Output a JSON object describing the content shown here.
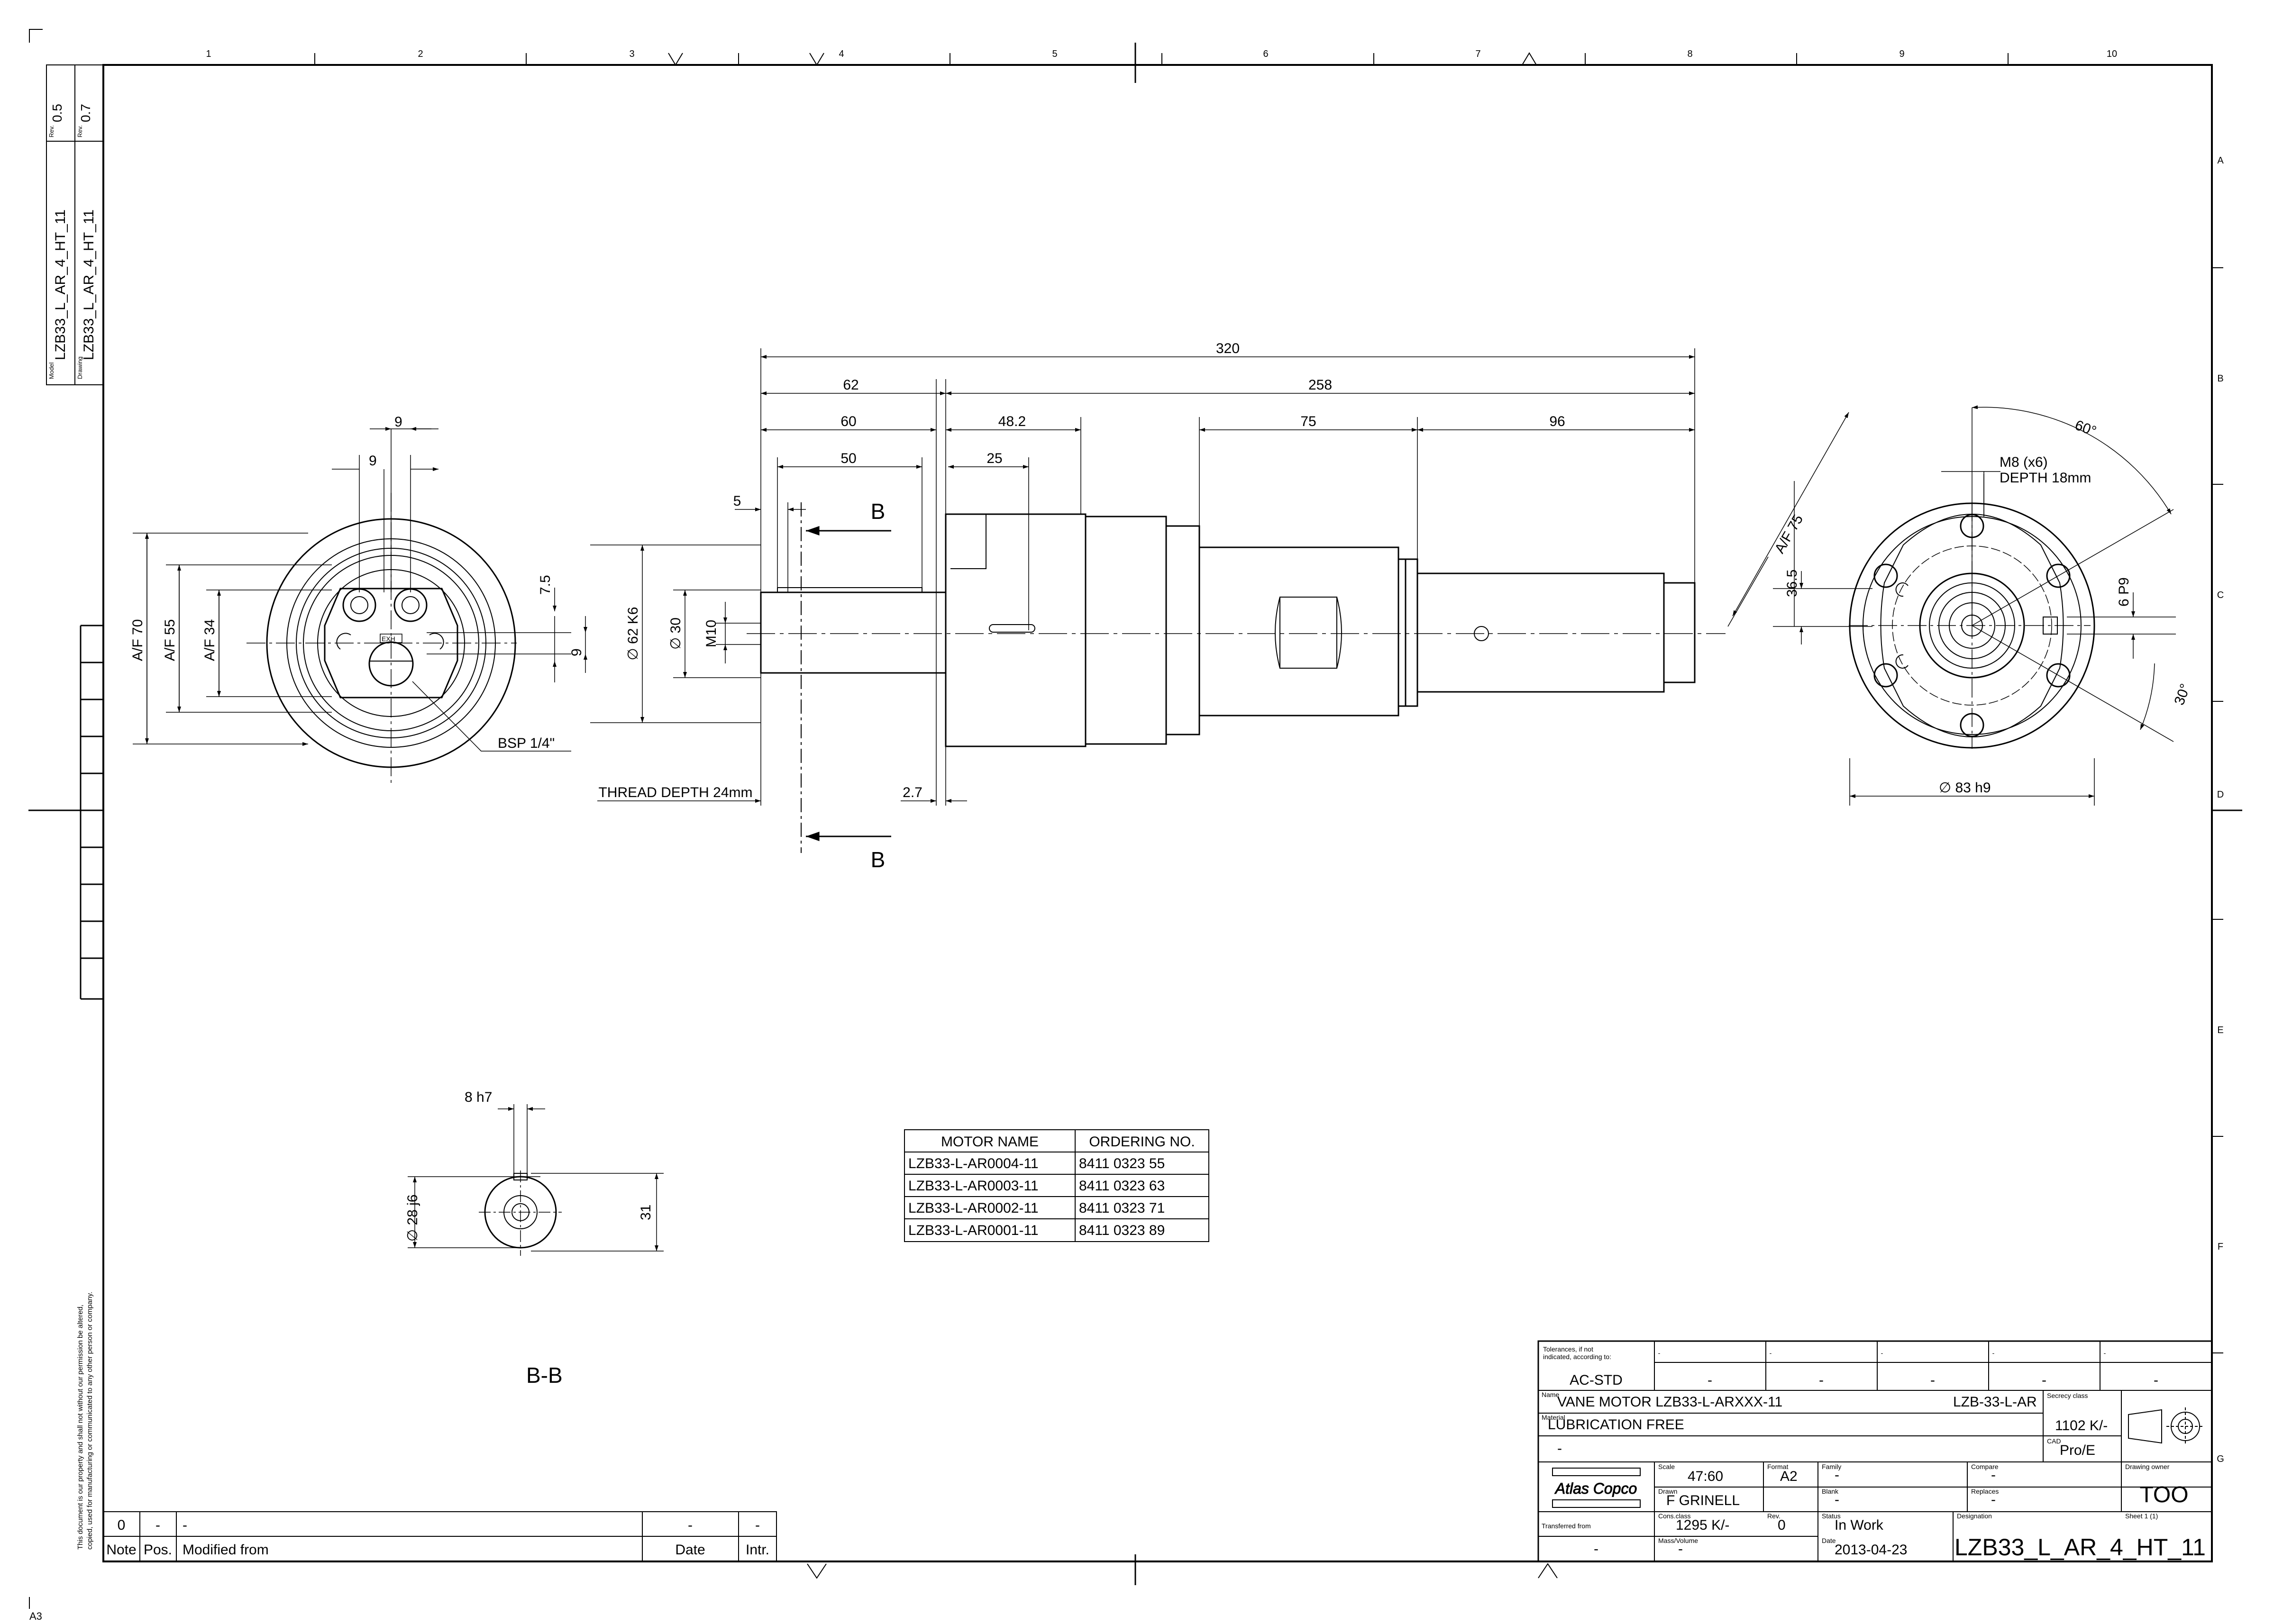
{
  "grid": {
    "cols": [
      "1",
      "2",
      "3",
      "4",
      "5",
      "6",
      "7",
      "8",
      "9",
      "10"
    ],
    "rows": [
      "A",
      "B",
      "C",
      "D",
      "E",
      "F",
      "G"
    ]
  },
  "side_strip": {
    "rev_label": "Rev.",
    "rev1": "0.5",
    "rev2": "0.7",
    "model_label": "Model",
    "model_name": "LZB33_L_AR_4_HT_11",
    "drawing_label": "Drawing",
    "drawing_name": "LZB33_L_AR_4_HT_11"
  },
  "legal_notice": {
    "line1": "This document is our property and shall not without our permission be altered,",
    "line2": "copied, used for manufacturing or communicated to any other person or company."
  },
  "corner_mark": "A3",
  "dims": {
    "d320": "320",
    "d62": "62",
    "d258": "258",
    "d60": "60",
    "d48": "48.2",
    "d75": "75",
    "d96": "96",
    "d50": "50",
    "d25": "25",
    "d5": "5",
    "d2_7": "2.7",
    "thread": "THREAD DEPTH 24mm",
    "phi62": "∅ 62 K6",
    "phi30": "∅ 30",
    "m10": "M10",
    "section_b": "B",
    "af70": "A/F 70",
    "af55": "A/F 55",
    "af34": "A/F 34",
    "l9a": "9",
    "l9b": "9",
    "l9c": "9",
    "l7_5": "7.5",
    "bsp": "BSP 1/4\"",
    "port_label": "EXH",
    "af75": "A/F 75",
    "d36_5": "36.5",
    "m8": "M8 (x6)",
    "depth": "DEPTH 18mm",
    "a60": "60°",
    "a30": "30°",
    "p6": "6 P9",
    "phi83": "∅ 83 h9",
    "h8": "8 h7",
    "phi28": "∅ 28 j6",
    "d31": "31",
    "view_bb": "B-B"
  },
  "ordering_table": {
    "headers": [
      "MOTOR NAME",
      "ORDERING NO."
    ],
    "rows": [
      [
        "LZB33-L-AR0004-11",
        "8411 0323 55"
      ],
      [
        "LZB33-L-AR0003-11",
        "8411 0323 63"
      ],
      [
        "LZB33-L-AR0002-11",
        "8411 0323 71"
      ],
      [
        "LZB33-L-AR0001-11",
        "8411 0323 89"
      ]
    ]
  },
  "revision_table": {
    "row_note": "0",
    "row_pos": "-",
    "row_mod": "-",
    "row_date": "-",
    "row_intr": "-",
    "h_note": "Note",
    "h_pos": "Pos.",
    "h_mod": "Modified from",
    "h_date": "Date",
    "h_intr": "Intr."
  },
  "title_block": {
    "tol_label1": "Tolerances, if not",
    "tol_label2": "indicated, according to:",
    "tol_value": "AC-STD",
    "dash": "-",
    "name_label": "Name",
    "name": "VANE MOTOR LZB33-L-ARXXX-11",
    "family_code": "LZB-33-L-AR",
    "material_label": "Material",
    "material": "LUBRICATION FREE",
    "secrecy_label": "Secrecy class",
    "secrecy": "1102 K/-",
    "cad_label": "CAD",
    "cad": "Pro/E",
    "scale_label": "Scale",
    "scale": "47:60",
    "format_label": "Format",
    "format": "A2",
    "family_label": "Family",
    "compare_label": "Compare",
    "owner_label": "Drawing owner",
    "owner": "TOO",
    "drawn_label": "Drawn",
    "drawn": "F GRINELL",
    "blank_label": "Blank",
    "replaces_label": "Replaces",
    "cons_label": "Cons.class",
    "cons": "1295 K/-",
    "rev_label": "Rev.",
    "rev": "0",
    "status_label": "Status",
    "status": "In Work",
    "designation_label": "Designation",
    "sheet_label": "Sheet 1 (1)",
    "transferred_label": "Transferred from",
    "mass_label": "Mass/Volume",
    "date_label": "Date",
    "date": "2013-04-23",
    "designation": "LZB33_L_AR_4_HT_11",
    "logo": "Atlas Copco"
  }
}
